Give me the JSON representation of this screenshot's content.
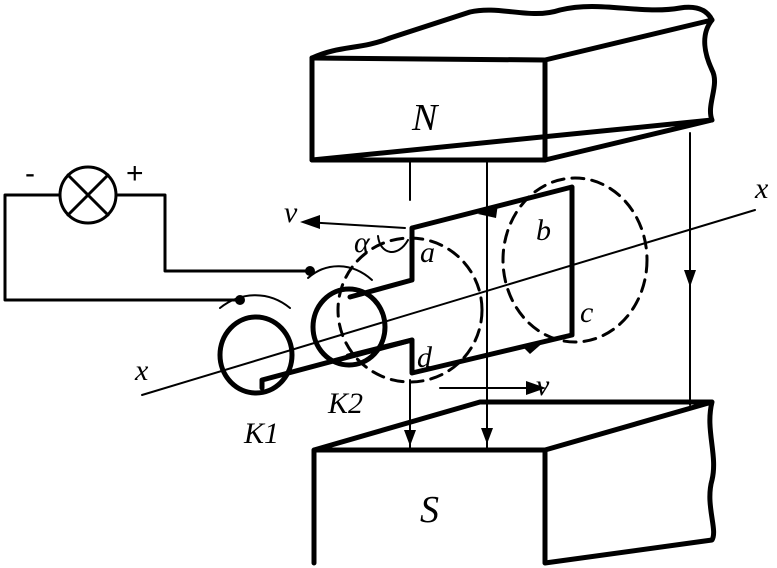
{
  "labels": {
    "north_pole": "N",
    "south_pole": "S",
    "minus_sign": "-",
    "plus_sign": "+",
    "velocity_left": "v",
    "velocity_right": "v",
    "angle": "α",
    "corner_a": "a",
    "corner_b": "b",
    "corner_c": "c",
    "corner_d": "d",
    "ring_k1": "K1",
    "ring_k2": "K2",
    "axis_left": "x",
    "axis_right": "x"
  }
}
